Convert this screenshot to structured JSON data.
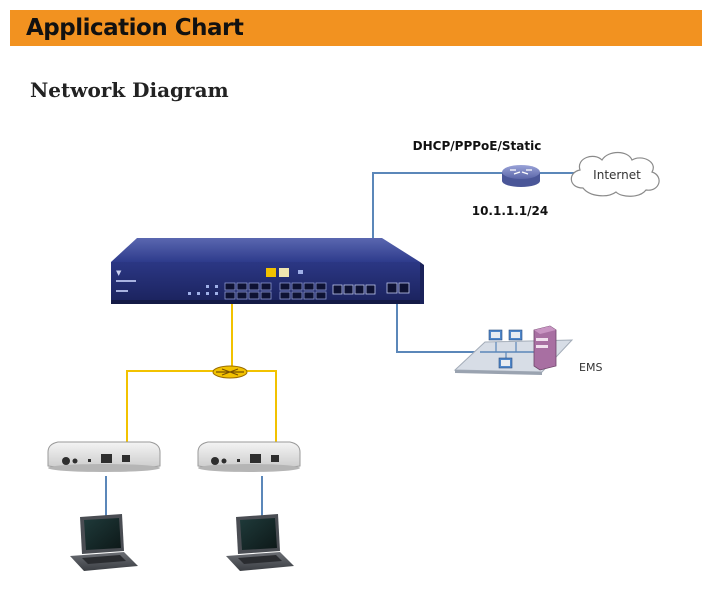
{
  "header": {
    "title": "Application Chart"
  },
  "section": {
    "title": "Network Diagram"
  },
  "diagram": {
    "wan_mode_label": "DHCP/PPPoE/Static",
    "wan_ip_label": "10.1.1.1/24",
    "internet_label": "Internet",
    "ems_label": "EMS"
  },
  "colors": {
    "header_bg": "#f29220",
    "ethernet_line": "#5b87b9",
    "fiber_line": "#f2c200",
    "device_body": "#2d3a8a"
  }
}
